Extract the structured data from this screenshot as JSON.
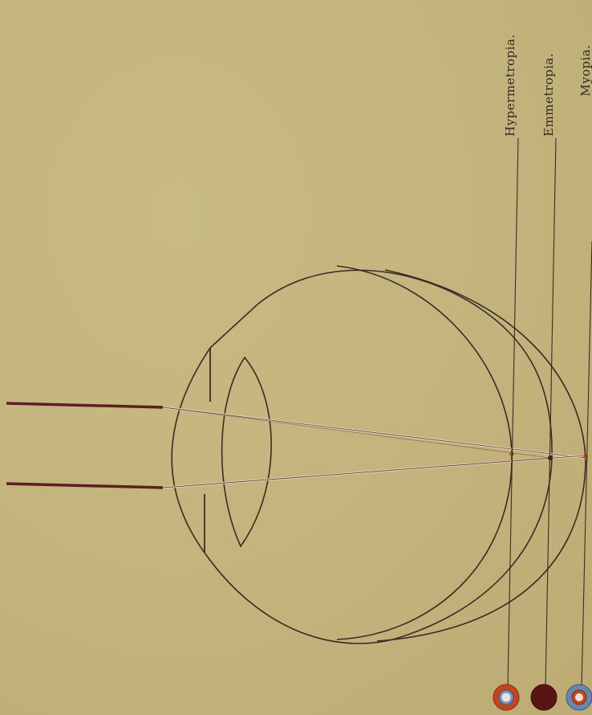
{
  "labels": {
    "hypermetropia": "Hypermetropia.",
    "emmetropia": "Emmetropia.",
    "myopia": "Myopia."
  },
  "colors": {
    "background": "#c4b47e",
    "outline": "#3a2c24",
    "ray": "#5e1f24",
    "ray_light": "#e6d9c3",
    "focus_red": "#b53f1d",
    "focus_dark": "#5e1414",
    "focus_blue": "#6d88b0"
  }
}
